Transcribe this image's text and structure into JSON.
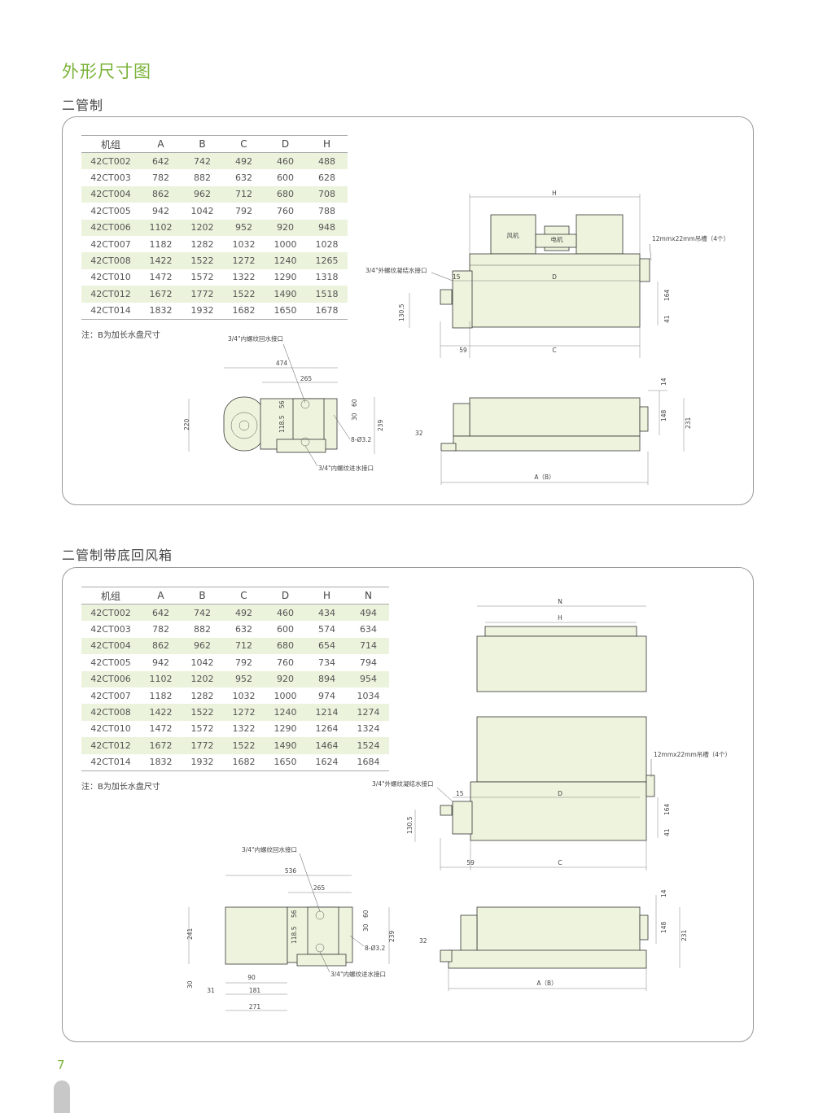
{
  "page_title": "外形尺寸图",
  "sections": [
    {
      "subtitle": "二管制",
      "columns": [
        "机组",
        "A",
        "B",
        "C",
        "D",
        "H"
      ],
      "rows": [
        [
          "42CT002",
          "642",
          "742",
          "492",
          "460",
          "488"
        ],
        [
          "42CT003",
          "782",
          "882",
          "632",
          "600",
          "628"
        ],
        [
          "42CT004",
          "862",
          "962",
          "712",
          "680",
          "708"
        ],
        [
          "42CT005",
          "942",
          "1042",
          "792",
          "760",
          "788"
        ],
        [
          "42CT006",
          "1102",
          "1202",
          "952",
          "920",
          "948"
        ],
        [
          "42CT007",
          "1182",
          "1282",
          "1032",
          "1000",
          "1028"
        ],
        [
          "42CT008",
          "1422",
          "1522",
          "1272",
          "1240",
          "1265"
        ],
        [
          "42CT010",
          "1472",
          "1572",
          "1322",
          "1290",
          "1318"
        ],
        [
          "42CT012",
          "1672",
          "1772",
          "1522",
          "1490",
          "1518"
        ],
        [
          "42CT014",
          "1832",
          "1932",
          "1682",
          "1650",
          "1678"
        ]
      ],
      "note": "注：B为加长水盘尺寸",
      "labels": {
        "fan": "风机",
        "motor": "电机",
        "hanger": "12mmx22mm吊槽（4个）",
        "drain": "3/4\"外螺纹凝结水接口",
        "return": "3/4\"内螺纹回水接口",
        "inlet": "3/4\"内螺纹进水接口",
        "holes": "8-Ø3.2",
        "H": "H",
        "D": "D",
        "C": "C",
        "AB": "A（B）",
        "d15": "15",
        "d59": "59",
        "d1305": "130.5",
        "d164": "164",
        "d41": "41",
        "d474": "474",
        "d265": "265",
        "d56": "56",
        "d60": "60",
        "d1185": "118.5",
        "d30": "30",
        "d220": "220",
        "d239": "239",
        "d14": "14",
        "d148": "148",
        "d231": "231",
        "d32": "32"
      }
    },
    {
      "subtitle": "二管制带底回风箱",
      "columns": [
        "机组",
        "A",
        "B",
        "C",
        "D",
        "H",
        "N"
      ],
      "rows": [
        [
          "42CT002",
          "642",
          "742",
          "492",
          "460",
          "434",
          "494"
        ],
        [
          "42CT003",
          "782",
          "882",
          "632",
          "600",
          "574",
          "634"
        ],
        [
          "42CT004",
          "862",
          "962",
          "712",
          "680",
          "654",
          "714"
        ],
        [
          "42CT005",
          "942",
          "1042",
          "792",
          "760",
          "734",
          "794"
        ],
        [
          "42CT006",
          "1102",
          "1202",
          "952",
          "920",
          "894",
          "954"
        ],
        [
          "42CT007",
          "1182",
          "1282",
          "1032",
          "1000",
          "974",
          "1034"
        ],
        [
          "42CT008",
          "1422",
          "1522",
          "1272",
          "1240",
          "1214",
          "1274"
        ],
        [
          "42CT010",
          "1472",
          "1572",
          "1322",
          "1290",
          "1264",
          "1324"
        ],
        [
          "42CT012",
          "1672",
          "1772",
          "1522",
          "1490",
          "1464",
          "1524"
        ],
        [
          "42CT014",
          "1832",
          "1932",
          "1682",
          "1650",
          "1624",
          "1684"
        ]
      ],
      "note": "注：B为加长水盘尺寸",
      "labels": {
        "N": "N",
        "H": "H",
        "hanger": "12mmx22mm吊槽（4个）",
        "drain": "3/4\"外螺纹凝结水接口",
        "return": "3/4\"内螺纹回水接口",
        "inlet": "3/4\"内螺纹进水接口",
        "holes": "8-Ø3.2",
        "D": "D",
        "C": "C",
        "AB": "A（B）",
        "d15": "15",
        "d59": "59",
        "d1305": "130.5",
        "d164": "164",
        "d41": "41",
        "d536": "536",
        "d265": "265",
        "d241": "241",
        "d56": "56",
        "d60": "60",
        "d1185": "118.5",
        "d30": "30",
        "d239": "239",
        "d90": "90",
        "d181": "181",
        "d31": "31",
        "d271": "271",
        "d14": "14",
        "d148": "148",
        "d231": "231",
        "d32": "32"
      }
    }
  ],
  "page_number": "7"
}
